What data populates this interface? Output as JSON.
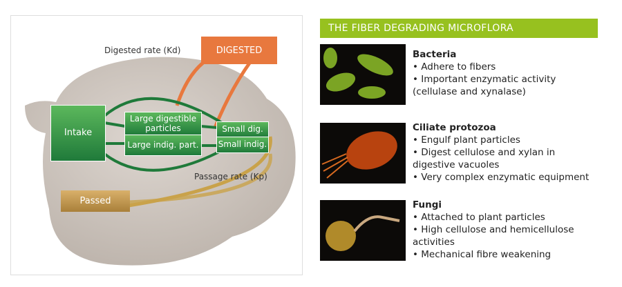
{
  "diagram": {
    "digested": "DIGESTED",
    "digested_rate": "Digested rate (Kd)",
    "intake": "Intake",
    "large_dig": "Large digestible particles",
    "large_indig": "Large indig. part.",
    "small_dig": "Small dig.",
    "small_indig": "Small indig.",
    "passage_rate": "Passage rate (Kp)",
    "passed": "Passed",
    "colors": {
      "green": "#2e8b45",
      "orange": "#e8783e",
      "gold": "#c9a24a",
      "header": "#97c11f"
    }
  },
  "panel": {
    "title": "THE FIBER DEGRADING MICROFLORA",
    "items": [
      {
        "title": "Bacteria",
        "lines": [
          "• Adhere to fibers",
          "• Important enzymatic activity (cellulase and xynalase)"
        ]
      },
      {
        "title": "Ciliate protozoa",
        "lines": [
          "• Engulf plant particles",
          "• Digest cellulose and xylan in digestive vacuoles",
          "• Very complex enzymatic equipment"
        ]
      },
      {
        "title": "Fungi",
        "lines": [
          "• Attached to plant particles",
          "• High cellulose and hemicellulose activities",
          "• Mechanical fibre weakening"
        ]
      }
    ]
  }
}
